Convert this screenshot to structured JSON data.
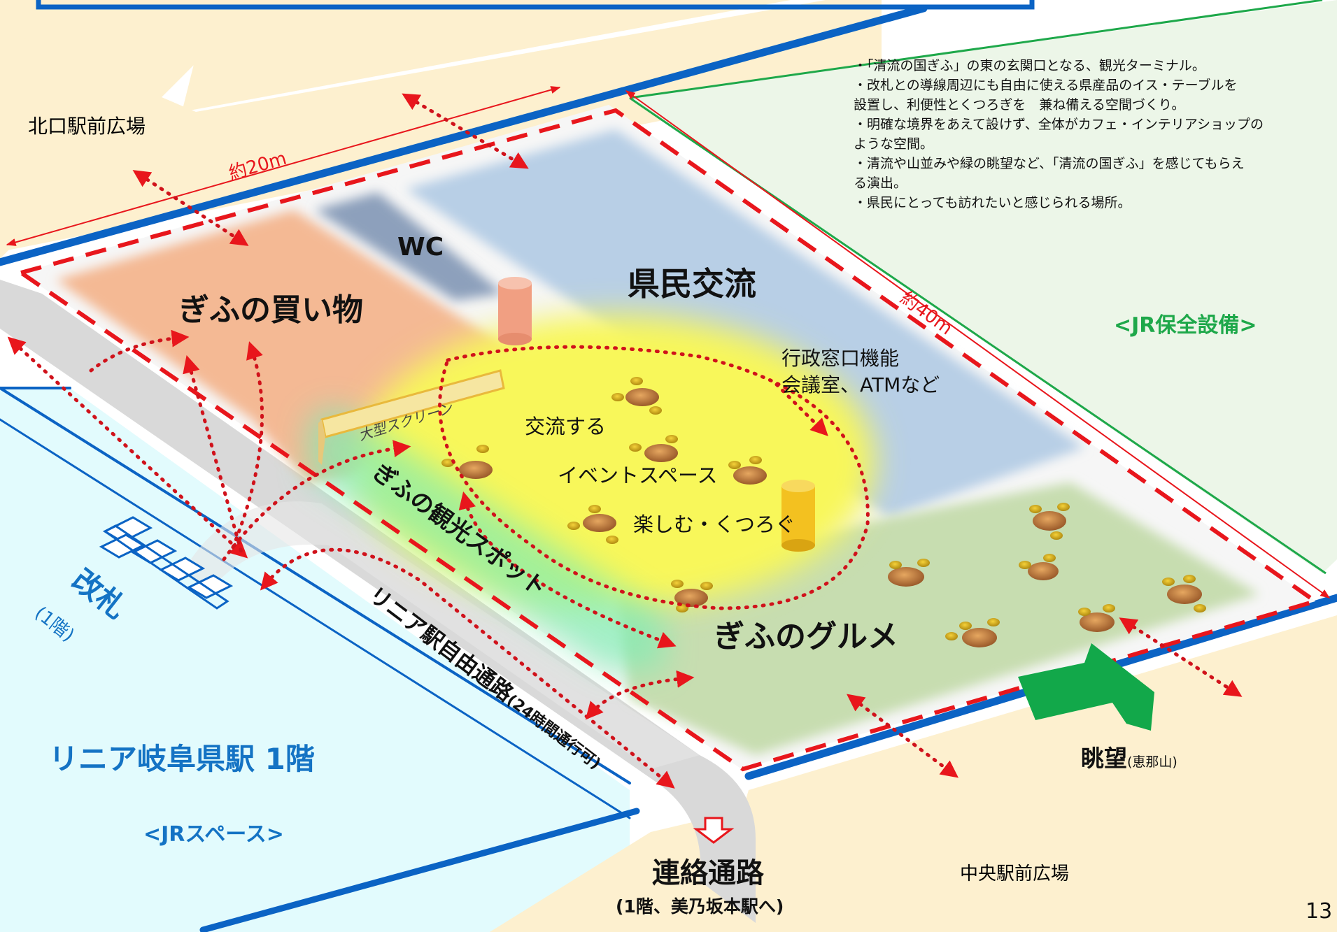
{
  "page_number": "13",
  "areas": {
    "north_plaza": "北口駅前広場",
    "central_plaza": "中央駅前広場",
    "jr_equipment": "<JR保全設備>",
    "jr_space": "<JRスペース>",
    "linear_station": "リニア岐阜県駅 1階",
    "ticket_gate": "改札",
    "ticket_gate_floor": "(1階)"
  },
  "zones": {
    "shopping": "ぎふの買い物",
    "wc": "WC",
    "exchange": "県民交流",
    "exchange_desc_1": "行政窓口機能",
    "exchange_desc_2": "会議室、ATMなど",
    "screen": "大型スクリーン",
    "event_1": "交流する",
    "event_2": "イベントスペース",
    "event_3": "楽しむ・くつろぐ",
    "tourism": "ぎふの観光スポット",
    "gourmet": "ぎふのグルメ"
  },
  "dimensions": {
    "width": "約20m",
    "length": "約40m"
  },
  "passages": {
    "free_passage": "リニア駅自由通路",
    "free_passage_note": "(24時間通行可)",
    "connection": "連絡通路",
    "connection_note": "(1階、美乃坂本駅へ)"
  },
  "view": {
    "label": "眺望",
    "note": "(恵那山)"
  },
  "notes": [
    "・「清流の国ぎふ」の東の玄関口となる、観光ターミナル。",
    "・改札との導線周辺にも自由に使える県産品のイス・テーブルを",
    " 設置し、利便性とくつろぎを　兼ね備える空間づくり。",
    "・明確な境界をあえて設けず、全体がカフェ・インテリアショップの",
    " ような空間。",
    "・清流や山並みや緑の眺望など、「清流の国ぎふ」を感じてもらえ",
    " る演出。",
    "・県民にとっても訪れたいと感じられる場所。"
  ],
  "colors": {
    "rail_blue": "#0b63c4",
    "dashed_red": "#e8161c",
    "dotted_red": "#d0121b",
    "jr_green": "#1ea84a",
    "shop_orange": "#f4b994",
    "exchange_blue": "#b8cfe6",
    "gourmet_green": "#c7ddb0",
    "event_yellow": "#f8f75a",
    "plaza_beige": "#fdf0cf",
    "jr_space_cyan": "#e2fbfd",
    "station_title": "#1473c4"
  }
}
